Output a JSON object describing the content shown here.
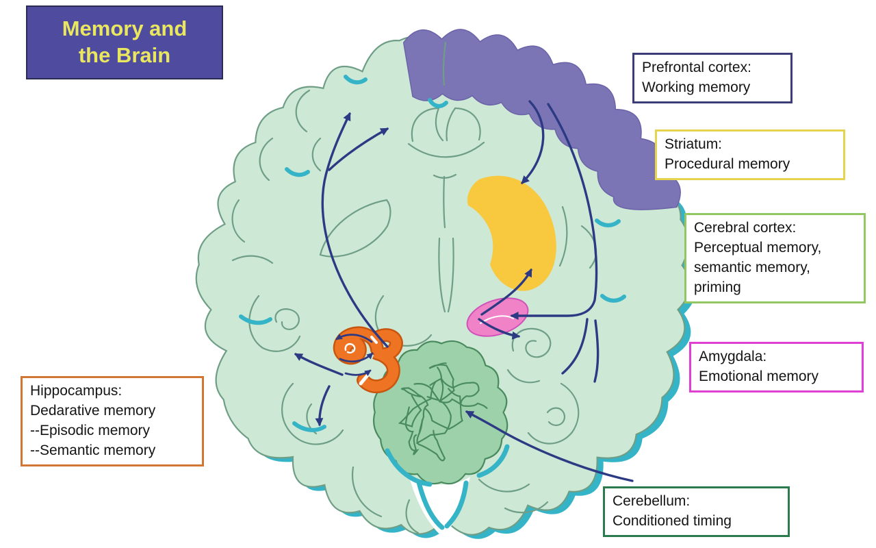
{
  "title": {
    "lines": [
      "Memory and",
      "the Brain"
    ],
    "bg_color": "#4f4b9e",
    "text_color": "#e9e760"
  },
  "callouts": {
    "prefrontal": {
      "lines": [
        "Prefrontal cortex:",
        "Working memory"
      ],
      "border_color": "#3c3c78"
    },
    "striatum": {
      "lines": [
        "Striatum:",
        "Procedural memory"
      ],
      "border_color": "#e5d44e"
    },
    "cerebral_cortex": {
      "lines": [
        "Cerebral cortex:",
        "Perceptual memory,",
        "semantic memory,",
        "priming"
      ],
      "border_color": "#93c763"
    },
    "amygdala": {
      "lines": [
        "Amygdala:",
        "Emotional memory"
      ],
      "border_color": "#df3fd2"
    },
    "hippocampus": {
      "lines": [
        "Hippocampus:",
        "Dedarative memory",
        "--Episodic memory",
        "--Semantic memory"
      ],
      "border_color": "#d27634"
    },
    "cerebellum": {
      "lines": [
        "Cerebellum:",
        "Conditioned timing"
      ],
      "border_color": "#2b7b4e"
    }
  },
  "regions": [
    {
      "name": "Prefrontal cortex",
      "color": "#7b74b5"
    },
    {
      "name": "Striatum",
      "color": "#f8c83f"
    },
    {
      "name": "Cerebral cortex",
      "color": "#cde8d5"
    },
    {
      "name": "Amygdala",
      "color": "#f083c7"
    },
    {
      "name": "Hippocampus",
      "color": "#ee7424"
    },
    {
      "name": "Cerebellum",
      "color": "#9dd1aa"
    }
  ],
  "colors": {
    "background": "#ffffff",
    "brain_fill": "#cde8d5",
    "brain_outline": "#6f9e86",
    "shadow_teal": "#35b4c8",
    "arrow_navy": "#2c3a84",
    "purple_band": "#7b74b5",
    "purple_band_edge": "#6a63a8",
    "striatum_yellow": "#f8c83f",
    "amygdala_pink": "#f083c7",
    "amygdala_edge": "#cf52ba",
    "hippocampus_orange": "#ee7424",
    "hippocampus_orange_dark": "#c8560f",
    "cerebellum_green": "#9dd1aa",
    "cerebellum_line": "#4a8a5f"
  }
}
